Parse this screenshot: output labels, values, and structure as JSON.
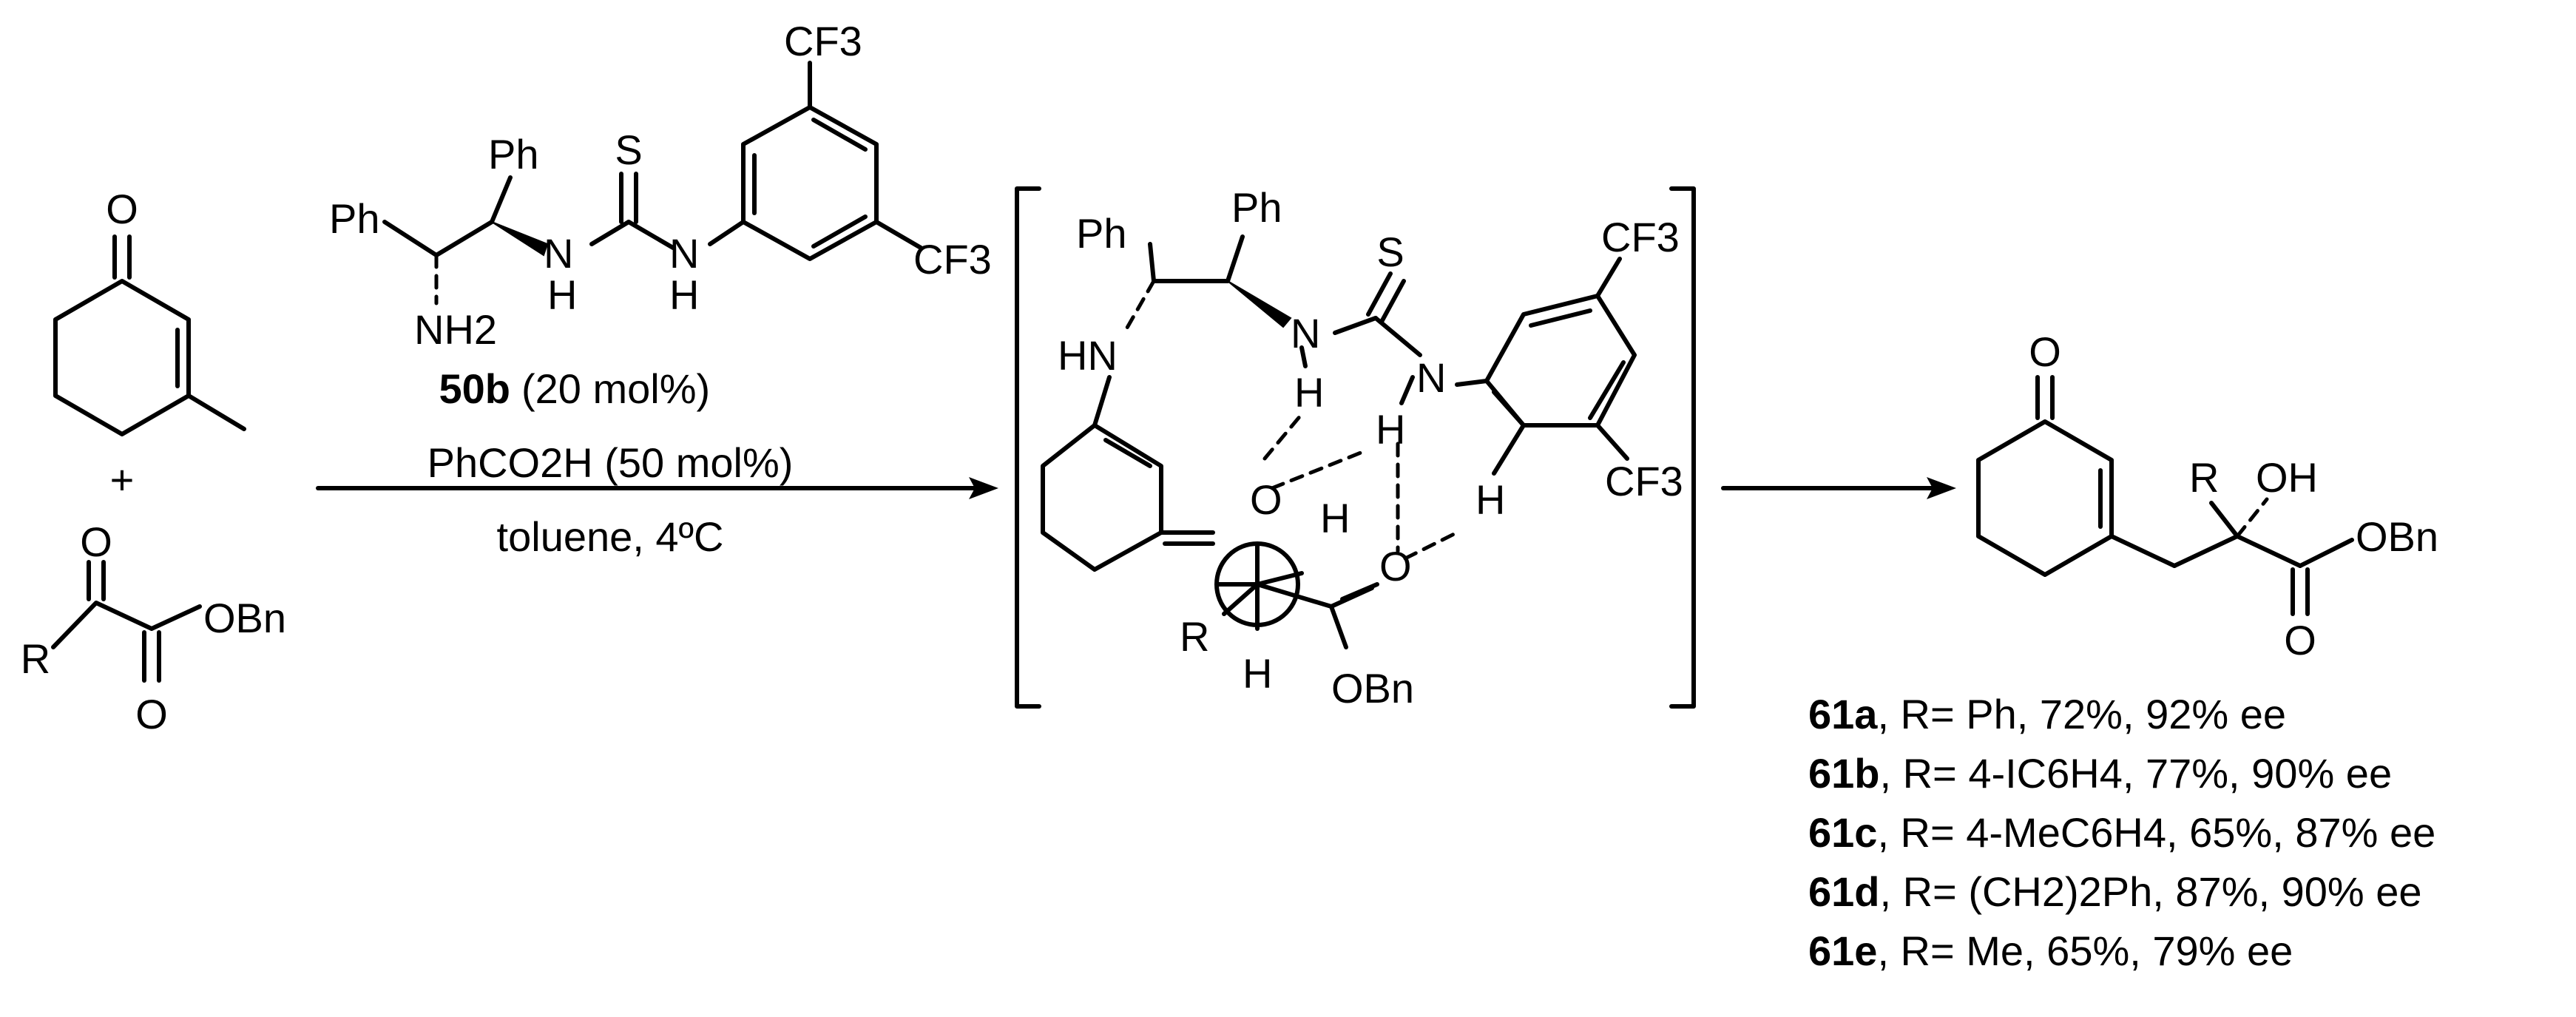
{
  "reactant_1": {
    "atoms": [
      "O"
    ],
    "plus": "+"
  },
  "reactant_2": {
    "atoms": [
      "O",
      "O",
      "R",
      "OBn"
    ]
  },
  "catalyst": {
    "atoms": [
      "Ph",
      "Ph",
      "NH2",
      "N",
      "H",
      "N",
      "H",
      "S",
      "CF3",
      "CF3"
    ],
    "label_id": "50b",
    "loading": "(20 mol%)"
  },
  "conditions": {
    "additive": "PhCO2H (50 mol%)",
    "solvent_temp": "toluene, 4ºC"
  },
  "transition_state": {
    "atoms": [
      "Ph",
      "Ph",
      "S",
      "HN",
      "N",
      "N",
      "H",
      "H",
      "H",
      "H",
      "O",
      "O",
      "CF3",
      "CF3",
      "R",
      "H",
      "OBn"
    ]
  },
  "product": {
    "atoms": [
      "O",
      "R",
      "OH",
      "OBn",
      "O"
    ]
  },
  "results": [
    {
      "id": "61a",
      "text": ", R= Ph, 72%, 92% ee"
    },
    {
      "id": "61b",
      "text": ", R= 4-IC6H4, 77%, 90% ee"
    },
    {
      "id": "61c",
      "text": ", R= 4-MeC6H4, 65%, 87% ee"
    },
    {
      "id": "61d",
      "text": ", R= (CH2)2Ph, 87%, 90% ee"
    },
    {
      "id": "61e",
      "text": ", R= Me, 65%, 79% ee"
    }
  ]
}
